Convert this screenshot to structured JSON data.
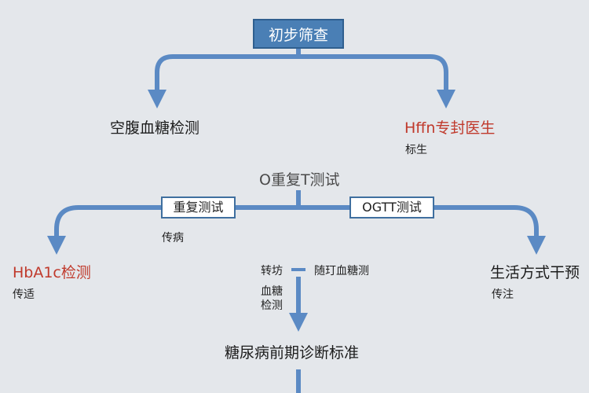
{
  "diagram": {
    "top": "初步筛查",
    "left_branch": "空腹血糖检测",
    "right_branch": "Hffn专封医生",
    "right_branch_sub": "标生",
    "center_label": "O重复T测试",
    "box_left": "重复测试",
    "box_right": "OGTT测试",
    "note_left": "传病",
    "far_left": "HbA1c检测",
    "far_left_sub": "传适",
    "center_a": "转坊",
    "center_b": "随玎血糖测",
    "center_c1": "血糖",
    "center_c2": "检测",
    "far_right": "生活方式干预",
    "far_right_sub": "传注",
    "bottom": "糖尿病前期诊断标准"
  },
  "colors": {
    "arrow": "#5b8ac4",
    "box_fill": "#4a7fb5",
    "red_text": "#c0392b"
  }
}
